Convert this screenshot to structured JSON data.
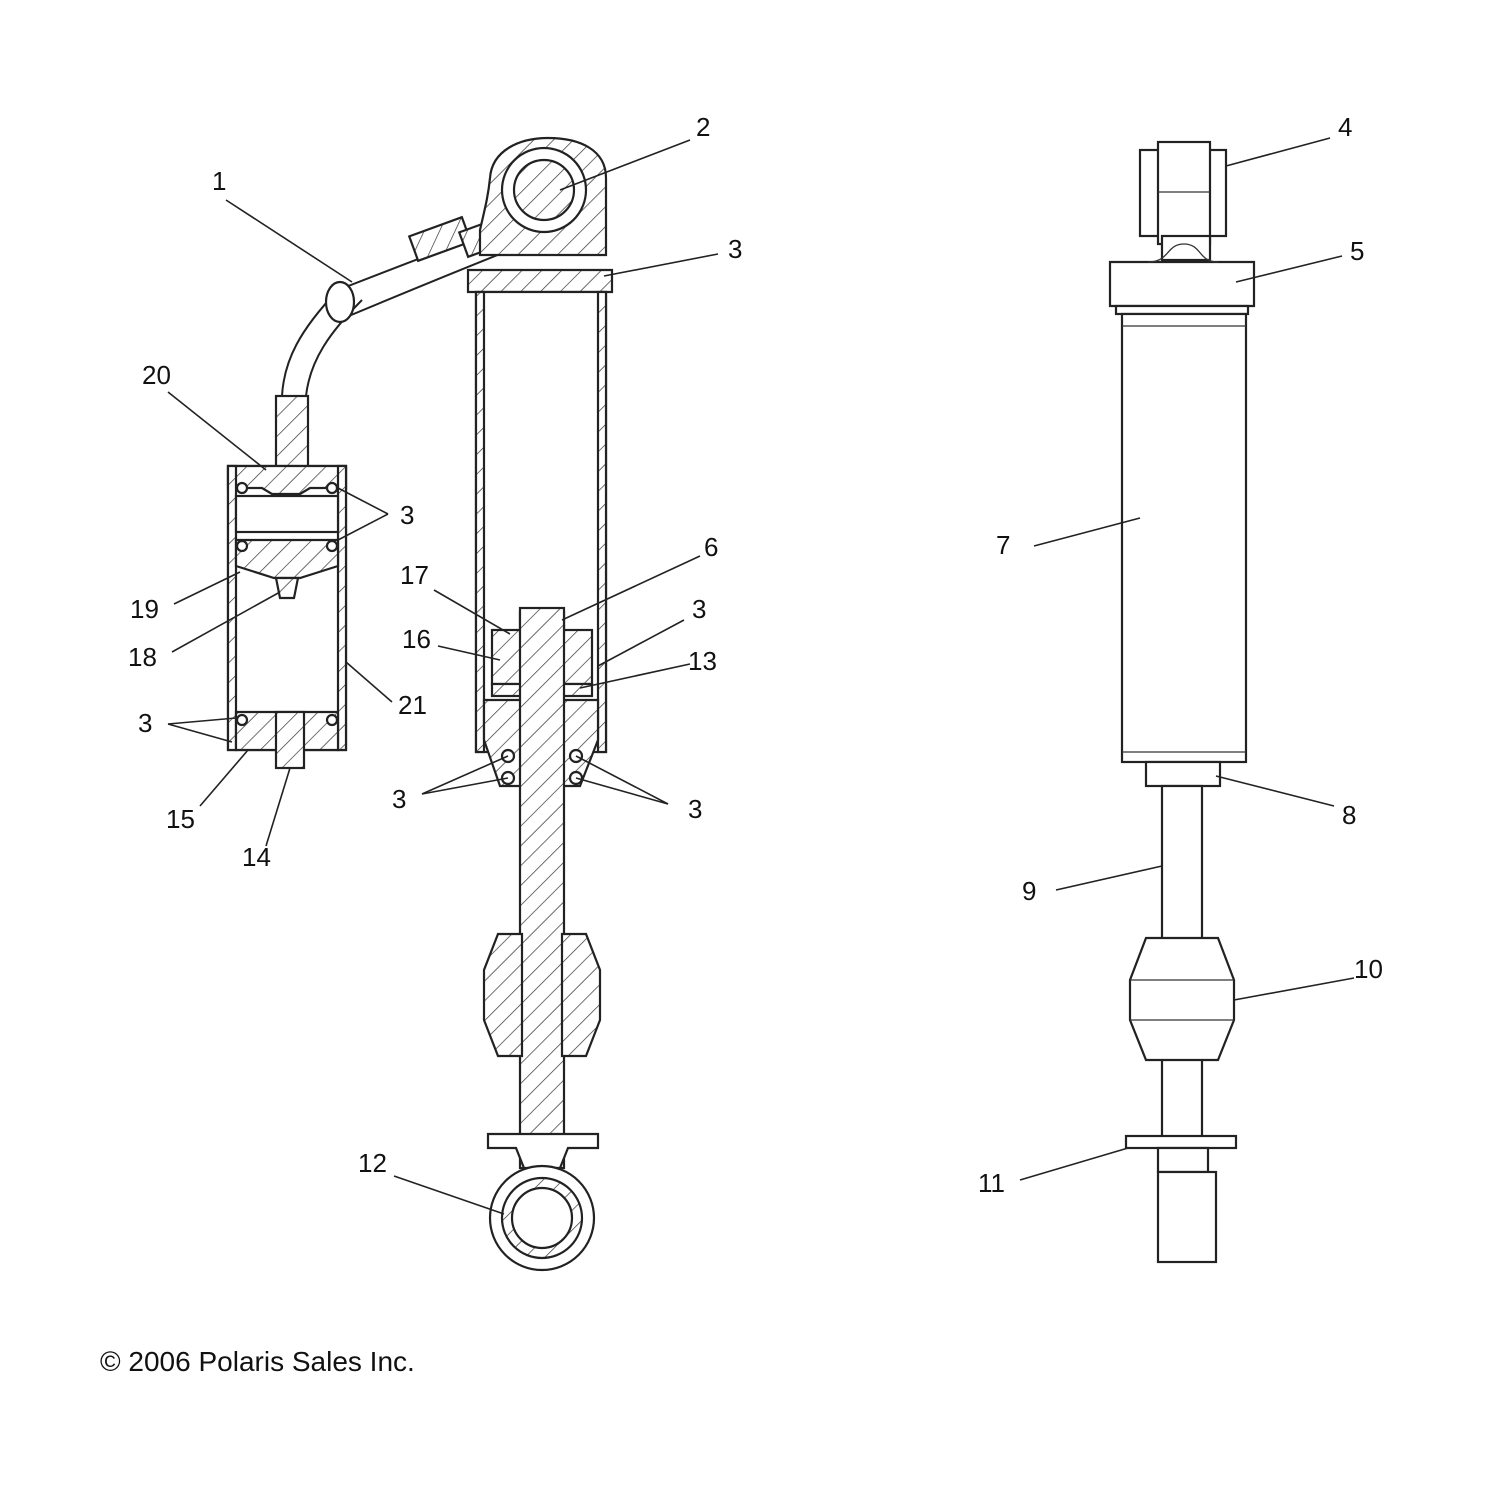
{
  "callouts": {
    "c1": "1",
    "c2": "2",
    "c3": "3",
    "c4": "4",
    "c5": "5",
    "c6": "6",
    "c7": "7",
    "c8": "8",
    "c9": "9",
    "c10": "10",
    "c11": "11",
    "c12": "12",
    "c13": "13",
    "c14": "14",
    "c15": "15",
    "c16": "16",
    "c17": "17",
    "c18": "18",
    "c19": "19",
    "c20": "20",
    "c21": "21"
  },
  "footer": {
    "copyright": "© 2006 Polaris Sales Inc."
  }
}
